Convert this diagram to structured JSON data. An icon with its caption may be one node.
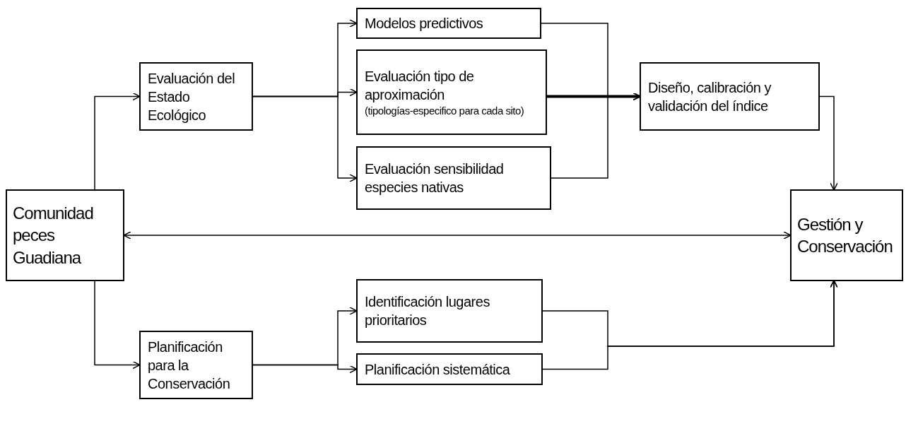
{
  "diagram": {
    "nodes": [
      {
        "text": [
          "Comunidad peces Guadiana"
        ]
      },
      {
        "text": [
          "Evaluación del Estado Ecológico"
        ]
      },
      {
        "text": [
          "Modelos predictivos"
        ]
      },
      {
        "text": [
          "Evaluación tipo de aproximación",
          "(tipologías-especifico para cada sito)"
        ]
      },
      {
        "text": [
          "Evaluación sensibilidad especies nativas"
        ]
      },
      {
        "text": [
          "Diseño, calibración y validación del índice"
        ]
      },
      {
        "text": [
          "Gestión y Conservación"
        ]
      },
      {
        "text": [
          "Planificación para la Conservación"
        ]
      },
      {
        "text": [
          "Identificación lugares prioritarios"
        ]
      },
      {
        "text": [
          "Planificación sistemática"
        ]
      }
    ],
    "edges": [
      {
        "from": 0,
        "to": 1,
        "arrow": "to"
      },
      {
        "from": 1,
        "to": 2,
        "arrow": "to"
      },
      {
        "from": 1,
        "to": 3,
        "arrow": "to"
      },
      {
        "from": 1,
        "to": 4,
        "arrow": "to"
      },
      {
        "from": 2,
        "to": 5,
        "arrow": "to"
      },
      {
        "from": 3,
        "to": 5,
        "arrow": "to",
        "style": "thick"
      },
      {
        "from": 4,
        "to": 5,
        "arrow": "to"
      },
      {
        "from": 5,
        "to": 6,
        "arrow": "to"
      },
      {
        "from": 0,
        "to": 6,
        "arrow": "both"
      },
      {
        "from": 0,
        "to": 7,
        "arrow": "to"
      },
      {
        "from": 7,
        "to": 8,
        "arrow": "to"
      },
      {
        "from": 7,
        "to": 9,
        "arrow": "to"
      },
      {
        "from": 8,
        "to": 6,
        "arrow": "to"
      },
      {
        "from": 9,
        "to": 6,
        "arrow": "to"
      }
    ]
  }
}
